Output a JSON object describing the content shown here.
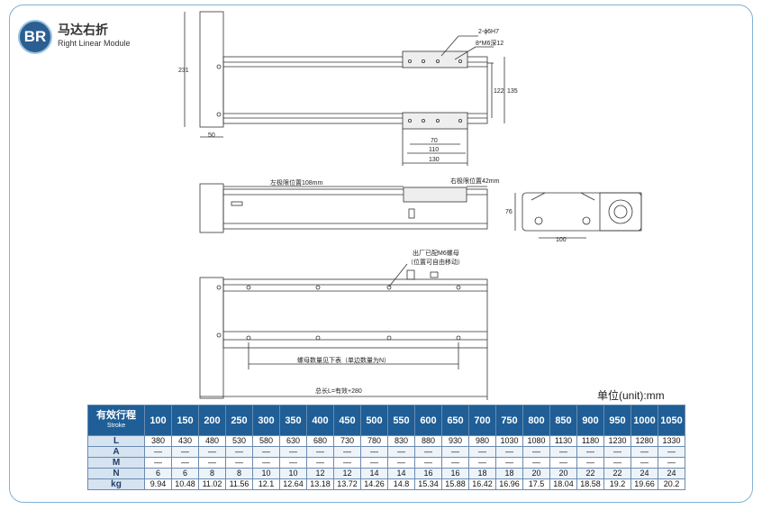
{
  "brand": {
    "badge": "BR",
    "title_cn": "马达右折",
    "title_en": "Right Linear Module"
  },
  "top_view": {
    "dim_height": "231",
    "dim_width": "50",
    "hole_spec": "2-ϕ6H7",
    "screw_spec": "8*M6深12",
    "dim_122": "122",
    "dim_135": "135",
    "dim_70": "70",
    "dim_110": "110",
    "dim_130": "130"
  },
  "side_view": {
    "left_limit": "左极限位置108mm",
    "right_limit": "右极限位置42mm",
    "dim_76": "76",
    "dim_100": "100"
  },
  "bottom_view": {
    "note_line1": "出厂已配M6螺母",
    "note_line2": "（位置可自由移动）",
    "nut_note": "螺母数量见下表（单边数量为N）",
    "total_length": "总长L=有效+280"
  },
  "unit_label": "单位(unit):mm",
  "table": {
    "header_cn": "有效行程",
    "header_en": "Stroke",
    "strokes": [
      "100",
      "150",
      "200",
      "250",
      "300",
      "350",
      "400",
      "450",
      "500",
      "550",
      "600",
      "650",
      "700",
      "750",
      "800",
      "850",
      "900",
      "950",
      "1000",
      "1050"
    ],
    "rows": [
      {
        "label": "L",
        "values": [
          "380",
          "430",
          "480",
          "530",
          "580",
          "630",
          "680",
          "730",
          "780",
          "830",
          "880",
          "930",
          "980",
          "1030",
          "1080",
          "1130",
          "1180",
          "1230",
          "1280",
          "1330"
        ]
      },
      {
        "label": "A",
        "values": [
          "—",
          "—",
          "—",
          "—",
          "—",
          "—",
          "—",
          "—",
          "—",
          "—",
          "—",
          "—",
          "—",
          "—",
          "—",
          "—",
          "—",
          "—",
          "—",
          "—"
        ]
      },
      {
        "label": "M",
        "values": [
          "—",
          "—",
          "—",
          "—",
          "—",
          "—",
          "—",
          "—",
          "—",
          "—",
          "—",
          "—",
          "—",
          "—",
          "—",
          "—",
          "—",
          "—",
          "—",
          "—"
        ]
      },
      {
        "label": "N",
        "values": [
          "6",
          "6",
          "8",
          "8",
          "10",
          "10",
          "12",
          "12",
          "14",
          "14",
          "16",
          "16",
          "18",
          "18",
          "20",
          "20",
          "22",
          "22",
          "24",
          "24"
        ]
      },
      {
        "label": "kg",
        "values": [
          "9.94",
          "10.48",
          "11.02",
          "11.56",
          "12.1",
          "12.64",
          "13.18",
          "13.72",
          "14.26",
          "14.8",
          "15.34",
          "15.88",
          "16.42",
          "16.96",
          "17.5",
          "18.04",
          "18.58",
          "19.2",
          "19.66",
          "20.2"
        ]
      }
    ]
  }
}
